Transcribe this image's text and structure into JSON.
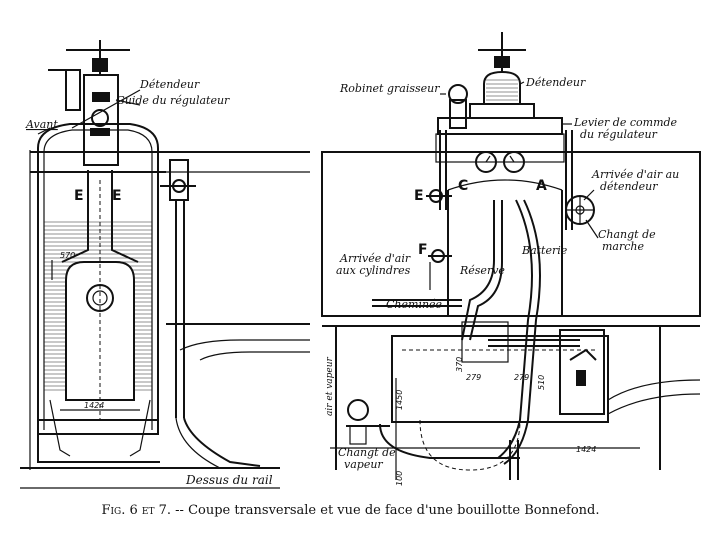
{
  "caption": {
    "figure": "Fig. 6 et 7.",
    "text": " -- Coupe transversale et vue de face d'une bouillotte Bonnefond."
  },
  "left_view": {
    "labels": {
      "avant": "Avant",
      "detendeur": "Détendeur",
      "guide": "Guide du régulateur",
      "e1": "E",
      "e2": "E",
      "dessus_rail": "Dessus du rail"
    },
    "dims": {
      "d570": "570",
      "d1424": "1424"
    }
  },
  "right_view": {
    "labels": {
      "robinet": "Robinet graisseur",
      "detendeur": "Détendeur",
      "levier_1": "Levier de commde",
      "levier_2": "du régulateur",
      "arrivee_det_1": "Arrivée d'air au",
      "arrivee_det_2": "détendeur",
      "changt_1": "Changt de",
      "changt_2": "marche",
      "batterie": "Batterie",
      "reserve": "Réserve",
      "arrivee_cyl_1": "Arrivée d'air",
      "arrivee_cyl_2": "aux cylindres",
      "cheminee": "Cheminée",
      "air_vapeur": "air et vapeur",
      "changt_vap_1": "Changt de",
      "changt_vap_2": "vapeur",
      "e": "E",
      "f": "F",
      "c": "C",
      "a": "A"
    },
    "dims": {
      "d370": "370",
      "d279a": "279",
      "d279b": "279",
      "d510": "510",
      "d1450": "1450",
      "d1424": "1424",
      "d100": "100"
    }
  }
}
